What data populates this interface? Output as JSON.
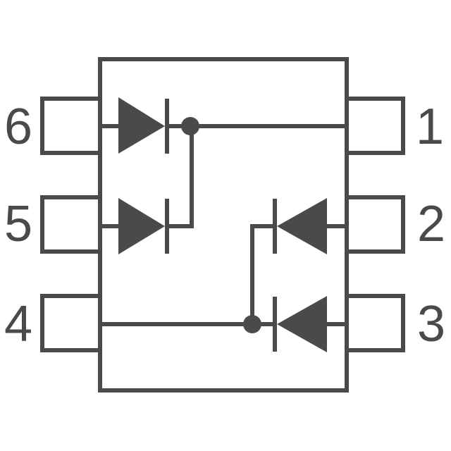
{
  "colors": {
    "stroke": "#4a4a4a",
    "fill": "#4a4a4a",
    "background": "#ffffff"
  },
  "pins": {
    "left": [
      {
        "number": "6"
      },
      {
        "number": "5"
      },
      {
        "number": "4"
      }
    ],
    "right": [
      {
        "number": "1"
      },
      {
        "number": "2"
      },
      {
        "number": "3"
      }
    ]
  },
  "components": {
    "diodes": [
      {
        "name": "diode-pin6",
        "direction": "right"
      },
      {
        "name": "diode-pin5",
        "direction": "right"
      },
      {
        "name": "diode-pin2",
        "direction": "left"
      },
      {
        "name": "diode-pin3",
        "direction": "left"
      }
    ],
    "junctions": 2
  }
}
